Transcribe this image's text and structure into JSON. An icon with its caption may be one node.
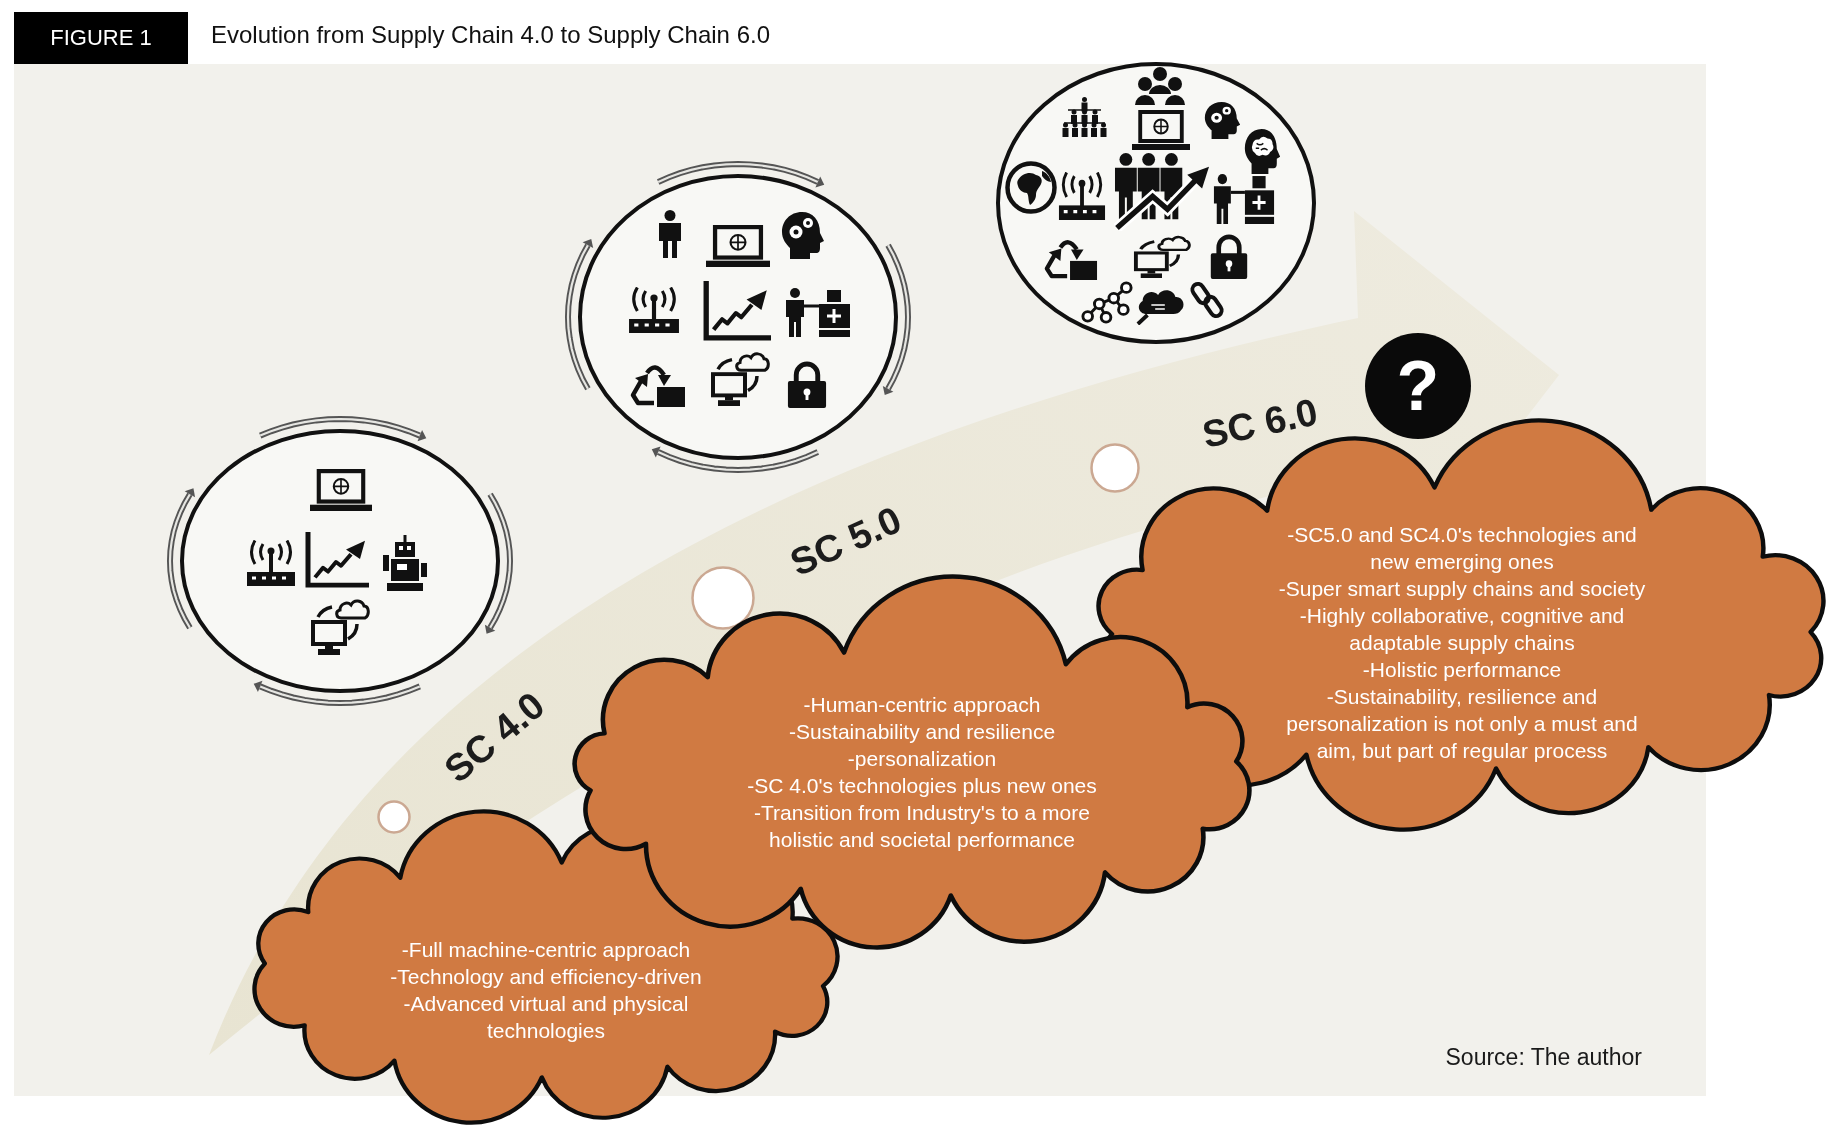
{
  "diagram": {
    "title": "Evolution from Supply Chain 4.0 to Supply Chain 6.0",
    "nodes": [
      {
        "text": [],
        "shape": "picture"
      },
      {
        "text": [
          "-Full machine-centric approach",
          "-Technology and efficiency-driven",
          "-Advanced virtual and physical technologies"
        ]
      },
      {
        "text": [],
        "shape": "picture"
      },
      {
        "text": [
          "-Human-centric approach",
          "-Sustainability and resilience",
          "-personalization",
          "-SC 4.0's technologies plus new ones",
          "-Transition from Industry's to a more holistic and societal performance"
        ]
      },
      {
        "text": [],
        "shape": "picture"
      },
      {
        "text": [
          "?"
        ]
      },
      {
        "text": [
          "-SC5.0 and SC4.0's technologies and new emerging ones",
          "-Super smart supply chains and society",
          "-Highly collaborative, cognitive and adaptable supply chains",
          "-Holistic performance",
          "-Sustainability, resilience and personalization is not only a must and aim, but part of regular process"
        ]
      }
    ],
    "labels": [
      "FIGURE 1",
      "SC 4.0",
      "SC 5.0",
      "SC 6.0",
      "Source: The author"
    ]
  }
}
